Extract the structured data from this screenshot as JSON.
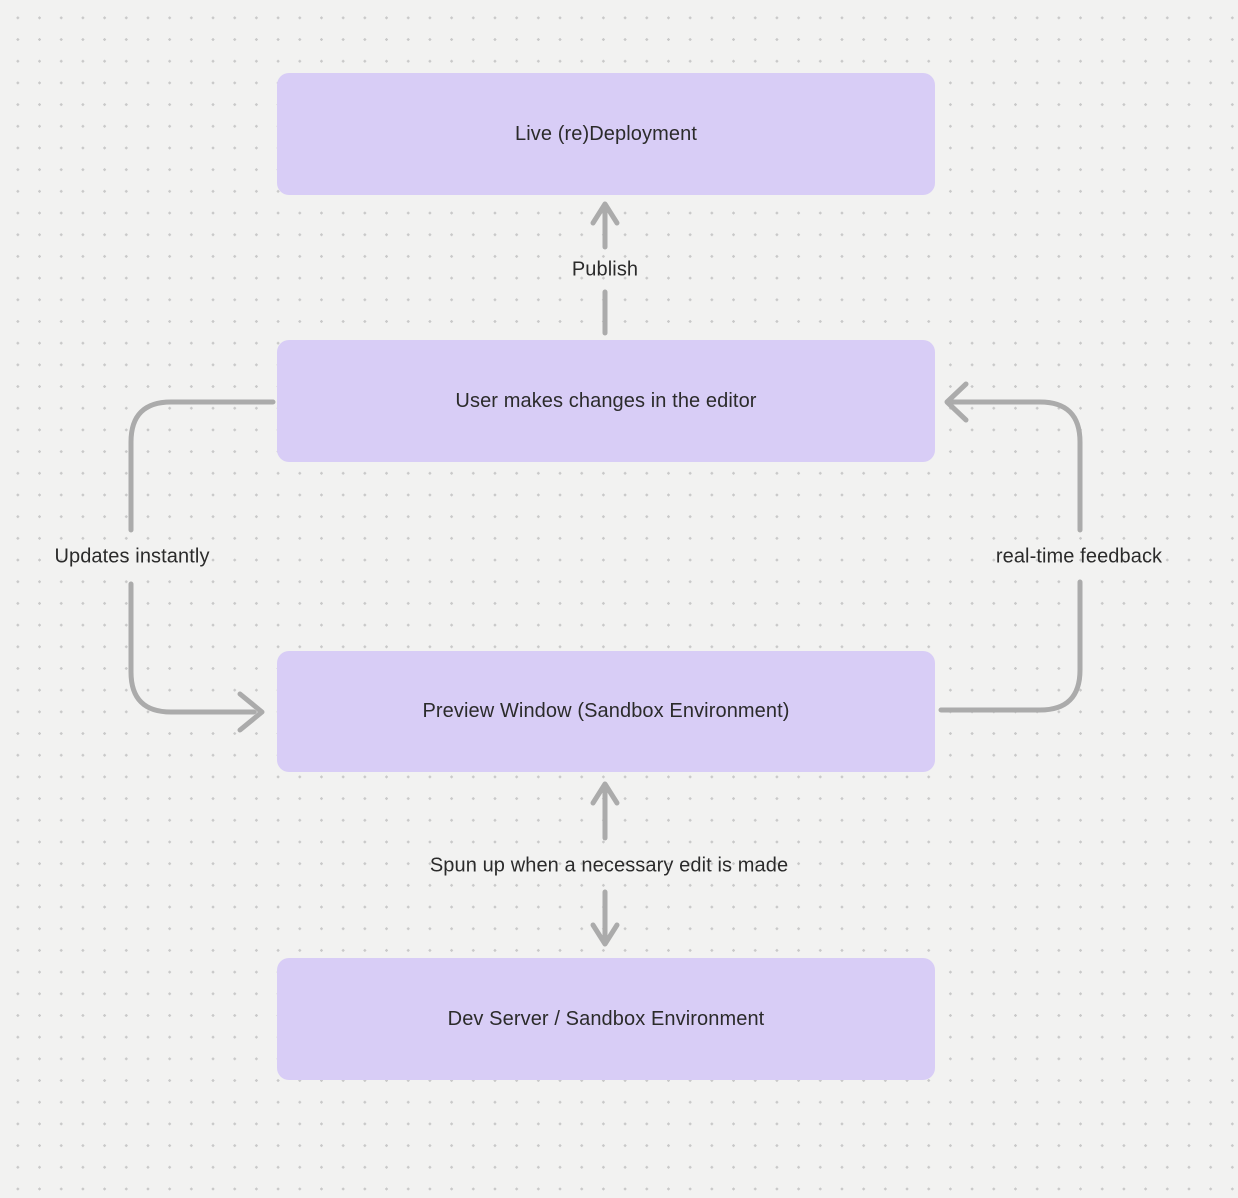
{
  "canvas": {
    "background": "#f2f2f1",
    "dot_color": "#c9c9c9",
    "node_fill": "#d8cdf6",
    "node_text_color": "#2b2b2b",
    "connector_color": "#ababab",
    "label_text_color": "#2b2b2b"
  },
  "diagram": {
    "nodes": [
      {
        "id": "live-redeployment",
        "label": "Live (re)Deployment"
      },
      {
        "id": "user-editor",
        "label": "User makes changes in the editor"
      },
      {
        "id": "preview-window",
        "label": "Preview Window (Sandbox Environment)"
      },
      {
        "id": "dev-server",
        "label": "Dev Server / Sandbox Environment"
      }
    ],
    "edges": [
      {
        "id": "publish",
        "label": "Publish",
        "from": "user-editor",
        "to": "live-redeployment",
        "direction": "up"
      },
      {
        "id": "updates-instantly",
        "label": "Updates instantly",
        "from": "user-editor",
        "to": "preview-window",
        "direction": "left-loop-down"
      },
      {
        "id": "real-time-feedback",
        "label": "real-time feedback",
        "from": "preview-window",
        "to": "user-editor",
        "direction": "right-loop-up"
      },
      {
        "id": "spun-up",
        "label": "Spun up when a necessary edit is made",
        "from": "dev-server",
        "to": "preview-window",
        "direction": "bidirectional"
      }
    ]
  }
}
